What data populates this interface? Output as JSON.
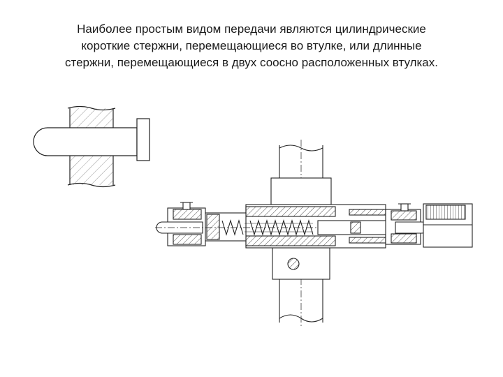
{
  "slide": {
    "paragraph_lines": [
      "Наиболее простым видом передачи являются цилиндрические",
      "короткие стержни, перемещающиеся во втулке, или длинные",
      "стержни, перемещающиеся в двух соосно расположенных втулках."
    ]
  },
  "figures": {
    "short_rod": {
      "icon": "short-rod-in-bushing-drawing"
    },
    "long_rod": {
      "icon": "long-rod-in-coaxial-bushings-drawing"
    }
  }
}
